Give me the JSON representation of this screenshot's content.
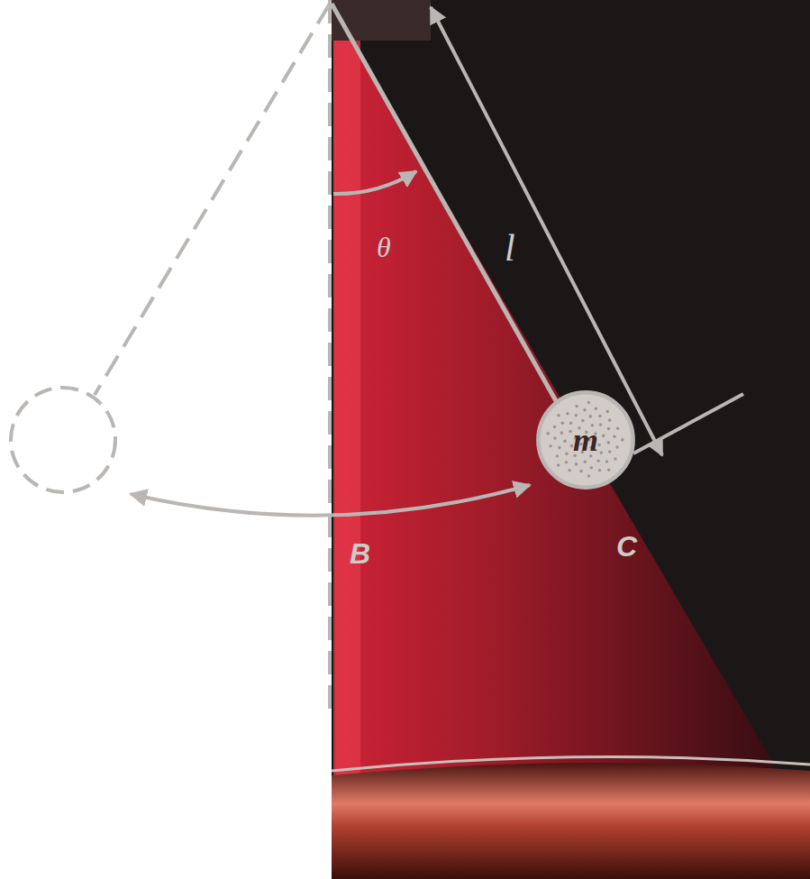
{
  "diagram": {
    "nodes": [
      {
        "text": [
          "m"
        ]
      }
    ],
    "labels": [
      "θ",
      "l",
      "B",
      "C"
    ]
  }
}
